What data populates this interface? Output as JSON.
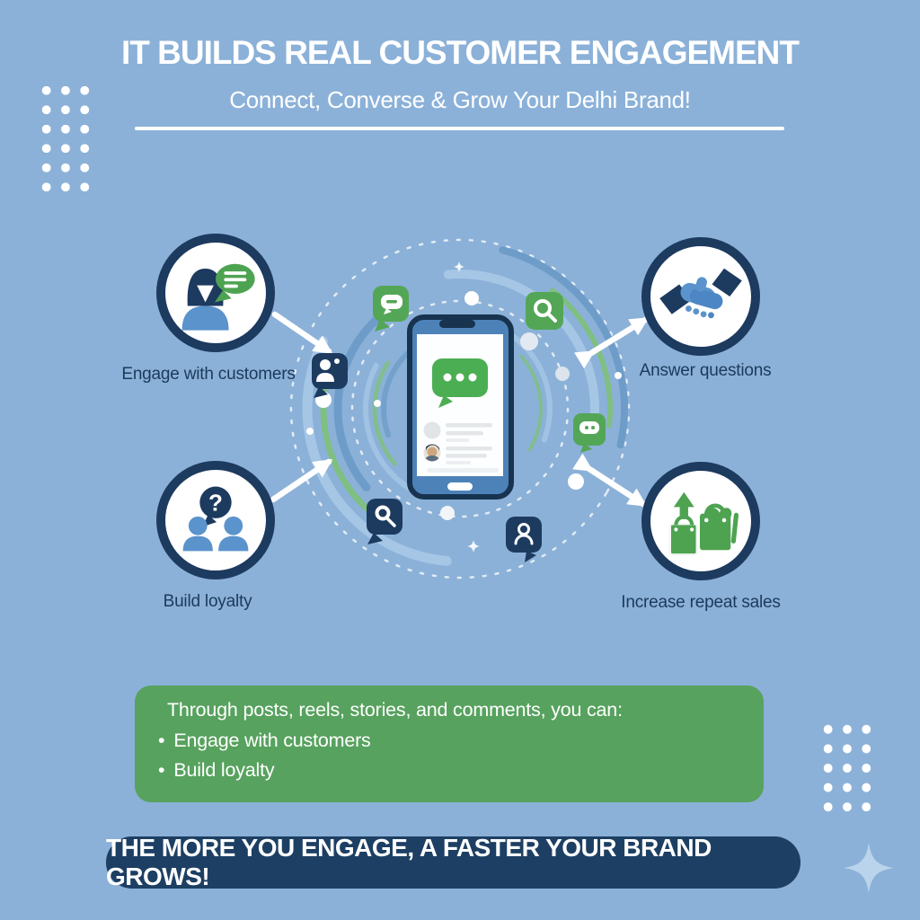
{
  "header": {
    "title": "IT BUILDS REAL CUSTOMER ENGAGEMENT",
    "subtitle": "Connect, Converse & Grow Your Delhi Brand!"
  },
  "features": [
    {
      "label": "Engage with customers",
      "icon": "person-speech-bubble-icon"
    },
    {
      "label": "Answer questions",
      "icon": "handshake-icon"
    },
    {
      "label": "Build loyalty",
      "icon": "people-question-icon",
      "bubble_char": "?"
    },
    {
      "label": "Increase repeat sales",
      "icon": "shopping-bags-growth-icon"
    }
  ],
  "center_graphic": {
    "description": "smartphone with chat bubble surrounded by swirl arcs, dots and floating icons",
    "floating_icons": [
      "chat-bubble-icon",
      "search-icon",
      "person-add-icon",
      "chat-dots-icon",
      "search-icon",
      "person-icon"
    ]
  },
  "benefits_box": {
    "intro": "Through posts, reels, stories, and comments, you can:",
    "bullet": "•",
    "items": [
      "Engage with customers",
      "Build loyalty"
    ]
  },
  "footer_banner": {
    "text": "THE MORE YOU ENGAGE, A FASTER YOUR BRAND GROWS!"
  },
  "colors": {
    "background": "#8bb1d8",
    "navy": "#1d3a5f",
    "banner_navy": "#1d3f63",
    "green": "#57a25e",
    "icon_green": "#4ea351",
    "person_blue": "#5b93cc",
    "arc_light_blue": "#a9c9e8",
    "arc_blue": "#6a9ac7",
    "arc_green": "#7ec07d",
    "white": "#ffffff"
  }
}
